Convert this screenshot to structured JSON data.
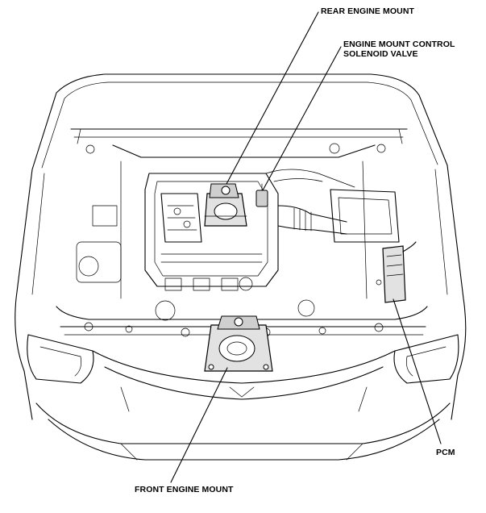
{
  "labels": {
    "rear_engine_mount": "REAR ENGINE MOUNT",
    "solenoid_line1": "ENGINE MOUNT CONTROL",
    "solenoid_line2": "SOLENOID VALVE",
    "pcm": "PCM",
    "front_engine_mount": "FRONT ENGINE MOUNT"
  },
  "colors": {
    "line": "#000000",
    "highlight": "#e2e2e2",
    "background": "#ffffff"
  }
}
